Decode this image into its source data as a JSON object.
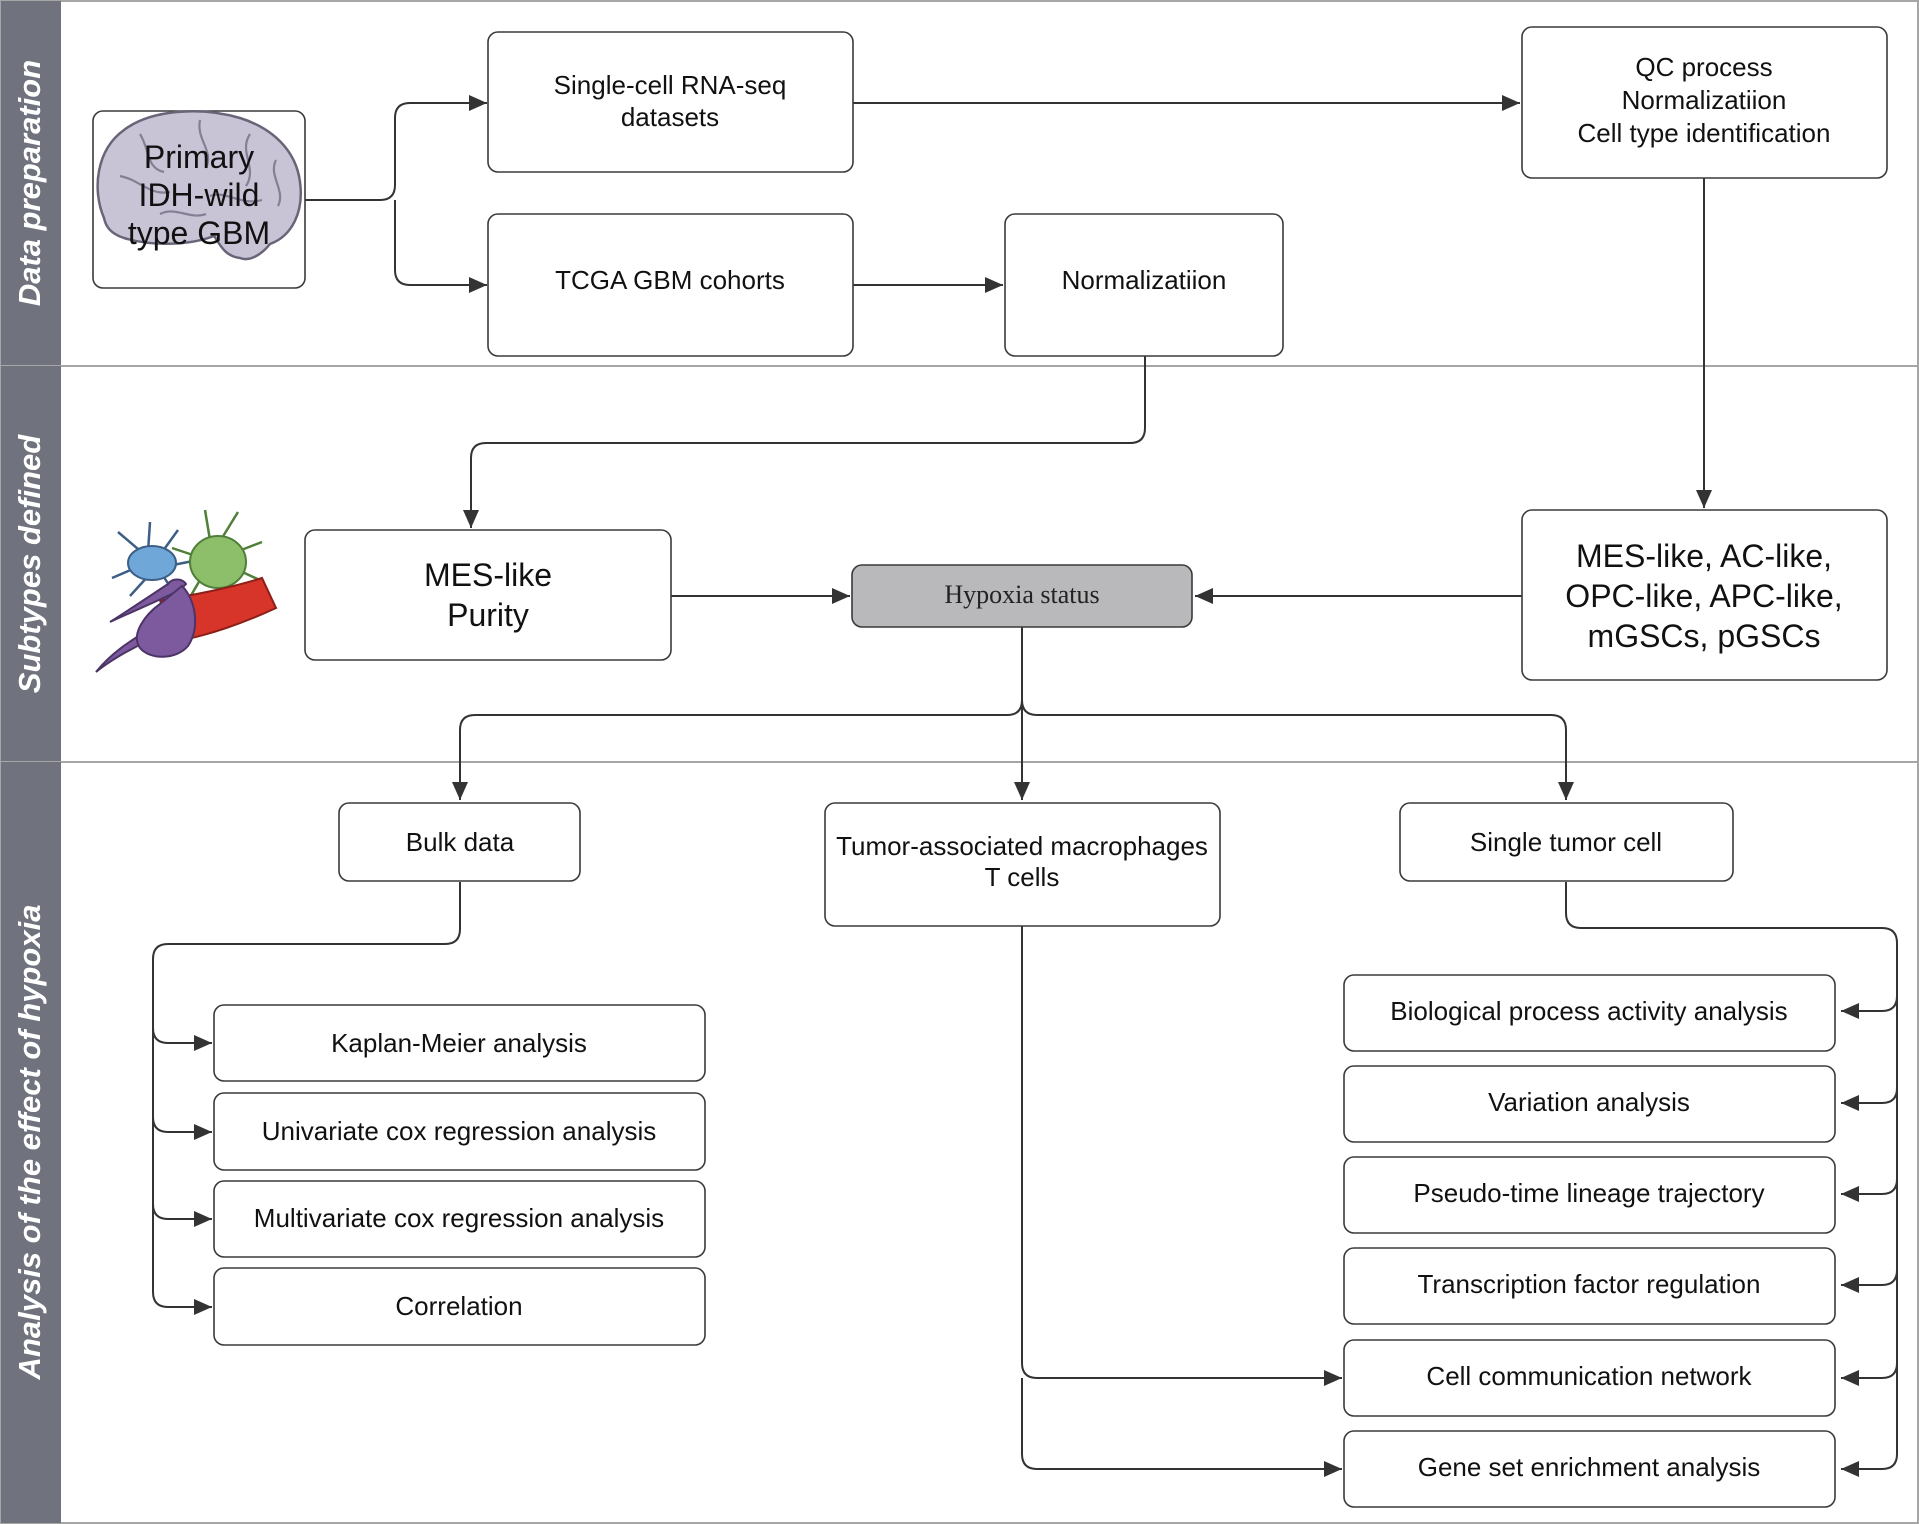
{
  "sections": {
    "data_preparation": "Data preparation",
    "subtypes_defined": "Subtypes defined",
    "analysis": "Analysis of the effect of hypoxia"
  },
  "source": {
    "line1": "Primary",
    "line2": "IDH-wild",
    "line3": "type GBM",
    "icon": "brain-icon"
  },
  "boxes": {
    "scrna": {
      "line1": "Single-cell RNA-seq",
      "line2": "datasets"
    },
    "tcga": "TCGA GBM cohorts",
    "normalization": "Normalizatiion",
    "qc": {
      "line1": "QC process",
      "line2": "Normalizatiion",
      "line3": "Cell type identification"
    },
    "mes_purity": {
      "line1": "MES-like",
      "line2": "Purity"
    },
    "hypoxia": "Hypoxia status",
    "subtypes": {
      "line1": "MES-like, AC-like,",
      "line2": "OPC-like, APC-like,",
      "line3": "mGSCs, pGSCs"
    },
    "bulk": "Bulk data",
    "tam": {
      "line1": "Tumor-associated macrophages",
      "line2": "T cells"
    },
    "single": "Single tumor cell"
  },
  "bulk_analyses": [
    "Kaplan-Meier analysis",
    "Univariate cox regression analysis",
    "Multivariate cox regression analysis",
    "Correlation"
  ],
  "single_analyses": [
    "Biological process activity analysis",
    "Variation analysis",
    "Pseudo-time lineage trajectory",
    "Transcription factor regulation",
    "Cell communication network",
    "Gene set enrichment analysis"
  ],
  "icons": {
    "cells": "cells-icon"
  },
  "colors": {
    "section_bar": "#70737d",
    "hypoxia_fill": "#b9b9bb",
    "brain": "#c9c3d6",
    "cell_blue": "#6ea7d8",
    "cell_green": "#8dbf6a",
    "cell_purple": "#7d5a9e",
    "vessel_red": "#d8352a"
  }
}
